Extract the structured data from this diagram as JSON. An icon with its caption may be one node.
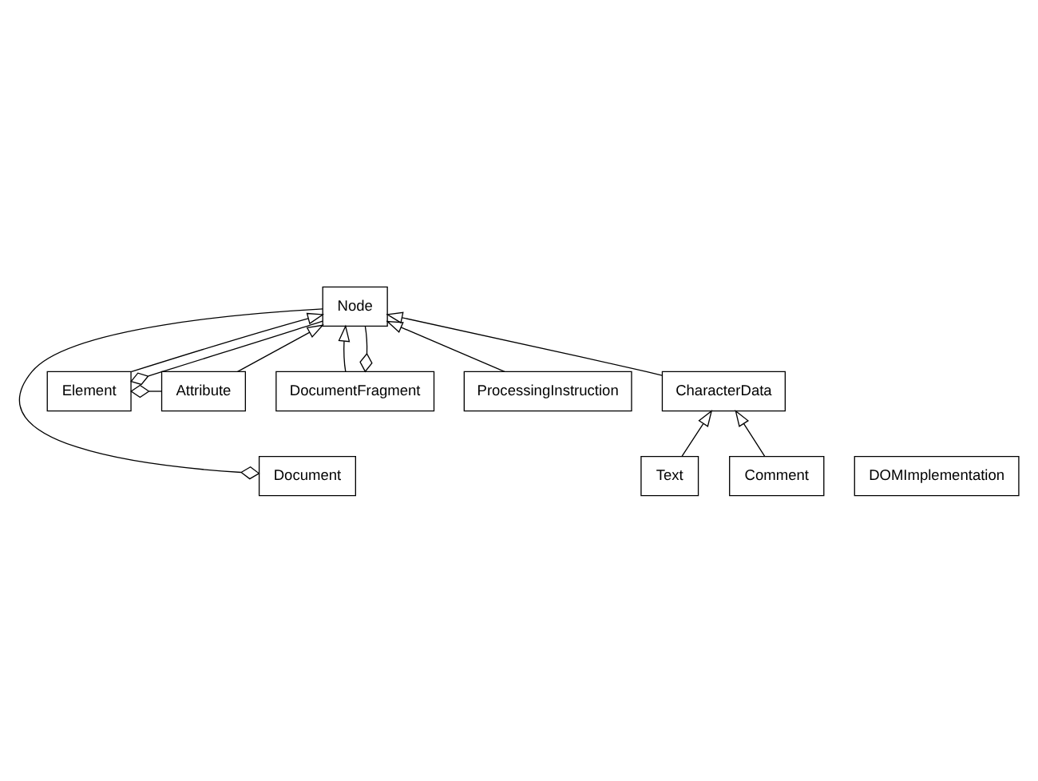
{
  "diagram": {
    "nodes": [
      {
        "text": [
          "Node"
        ]
      },
      {
        "text": [
          "Document"
        ]
      },
      {
        "text": [
          "Element"
        ]
      },
      {
        "text": [
          "DocumentFragment"
        ]
      },
      {
        "text": [
          "Attribute"
        ]
      },
      {
        "text": [
          "ProcessingInstruction"
        ]
      },
      {
        "text": [
          "DOMImplementation"
        ]
      },
      {
        "text": [
          "CharacterData"
        ]
      },
      {
        "text": [
          "Text"
        ]
      },
      {
        "text": [
          "Comment"
        ]
      }
    ],
    "edges": [
      {
        "from": 0,
        "to": 1,
        "arrow": "other"
      },
      {
        "from": 0,
        "to": 2,
        "arrow": "other"
      },
      {
        "from": 2,
        "to": 0,
        "arrow": "to"
      },
      {
        "from": 4,
        "to": 0,
        "arrow": "to"
      },
      {
        "from": 7,
        "to": 0,
        "arrow": "to"
      },
      {
        "from": 5,
        "to": 0,
        "arrow": "to"
      },
      {
        "from": 3,
        "to": 0,
        "arrow": "to"
      },
      {
        "from": 0,
        "to": 3,
        "arrow": "other"
      },
      {
        "from": 4,
        "to": 2,
        "arrow": "other"
      },
      {
        "from": 8,
        "to": 7,
        "arrow": "to"
      },
      {
        "from": 9,
        "to": 7,
        "arrow": "to"
      }
    ]
  }
}
